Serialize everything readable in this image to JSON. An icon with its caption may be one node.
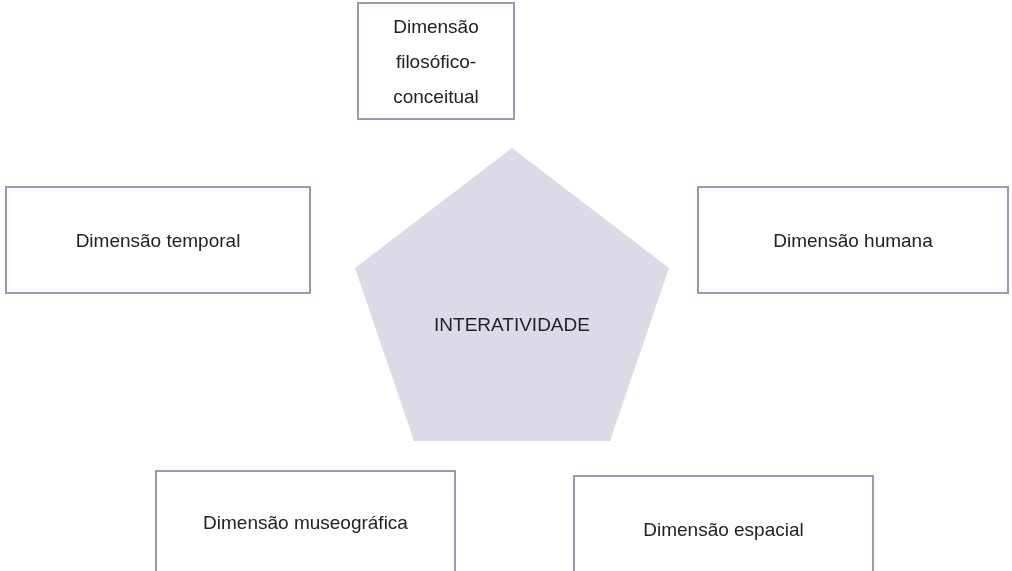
{
  "diagram": {
    "nodes": [
      {
        "text": [
          "Dimensão filosófico-conceitual"
        ]
      },
      {
        "text": [
          "Dimensão temporal"
        ]
      },
      {
        "text": [
          "Dimensão humana"
        ]
      },
      {
        "text": [
          "INTERATIVIDADE"
        ]
      },
      {
        "text": [
          "Dimensão museográfica"
        ]
      },
      {
        "text": [
          "Dimensão espacial"
        ]
      }
    ]
  }
}
